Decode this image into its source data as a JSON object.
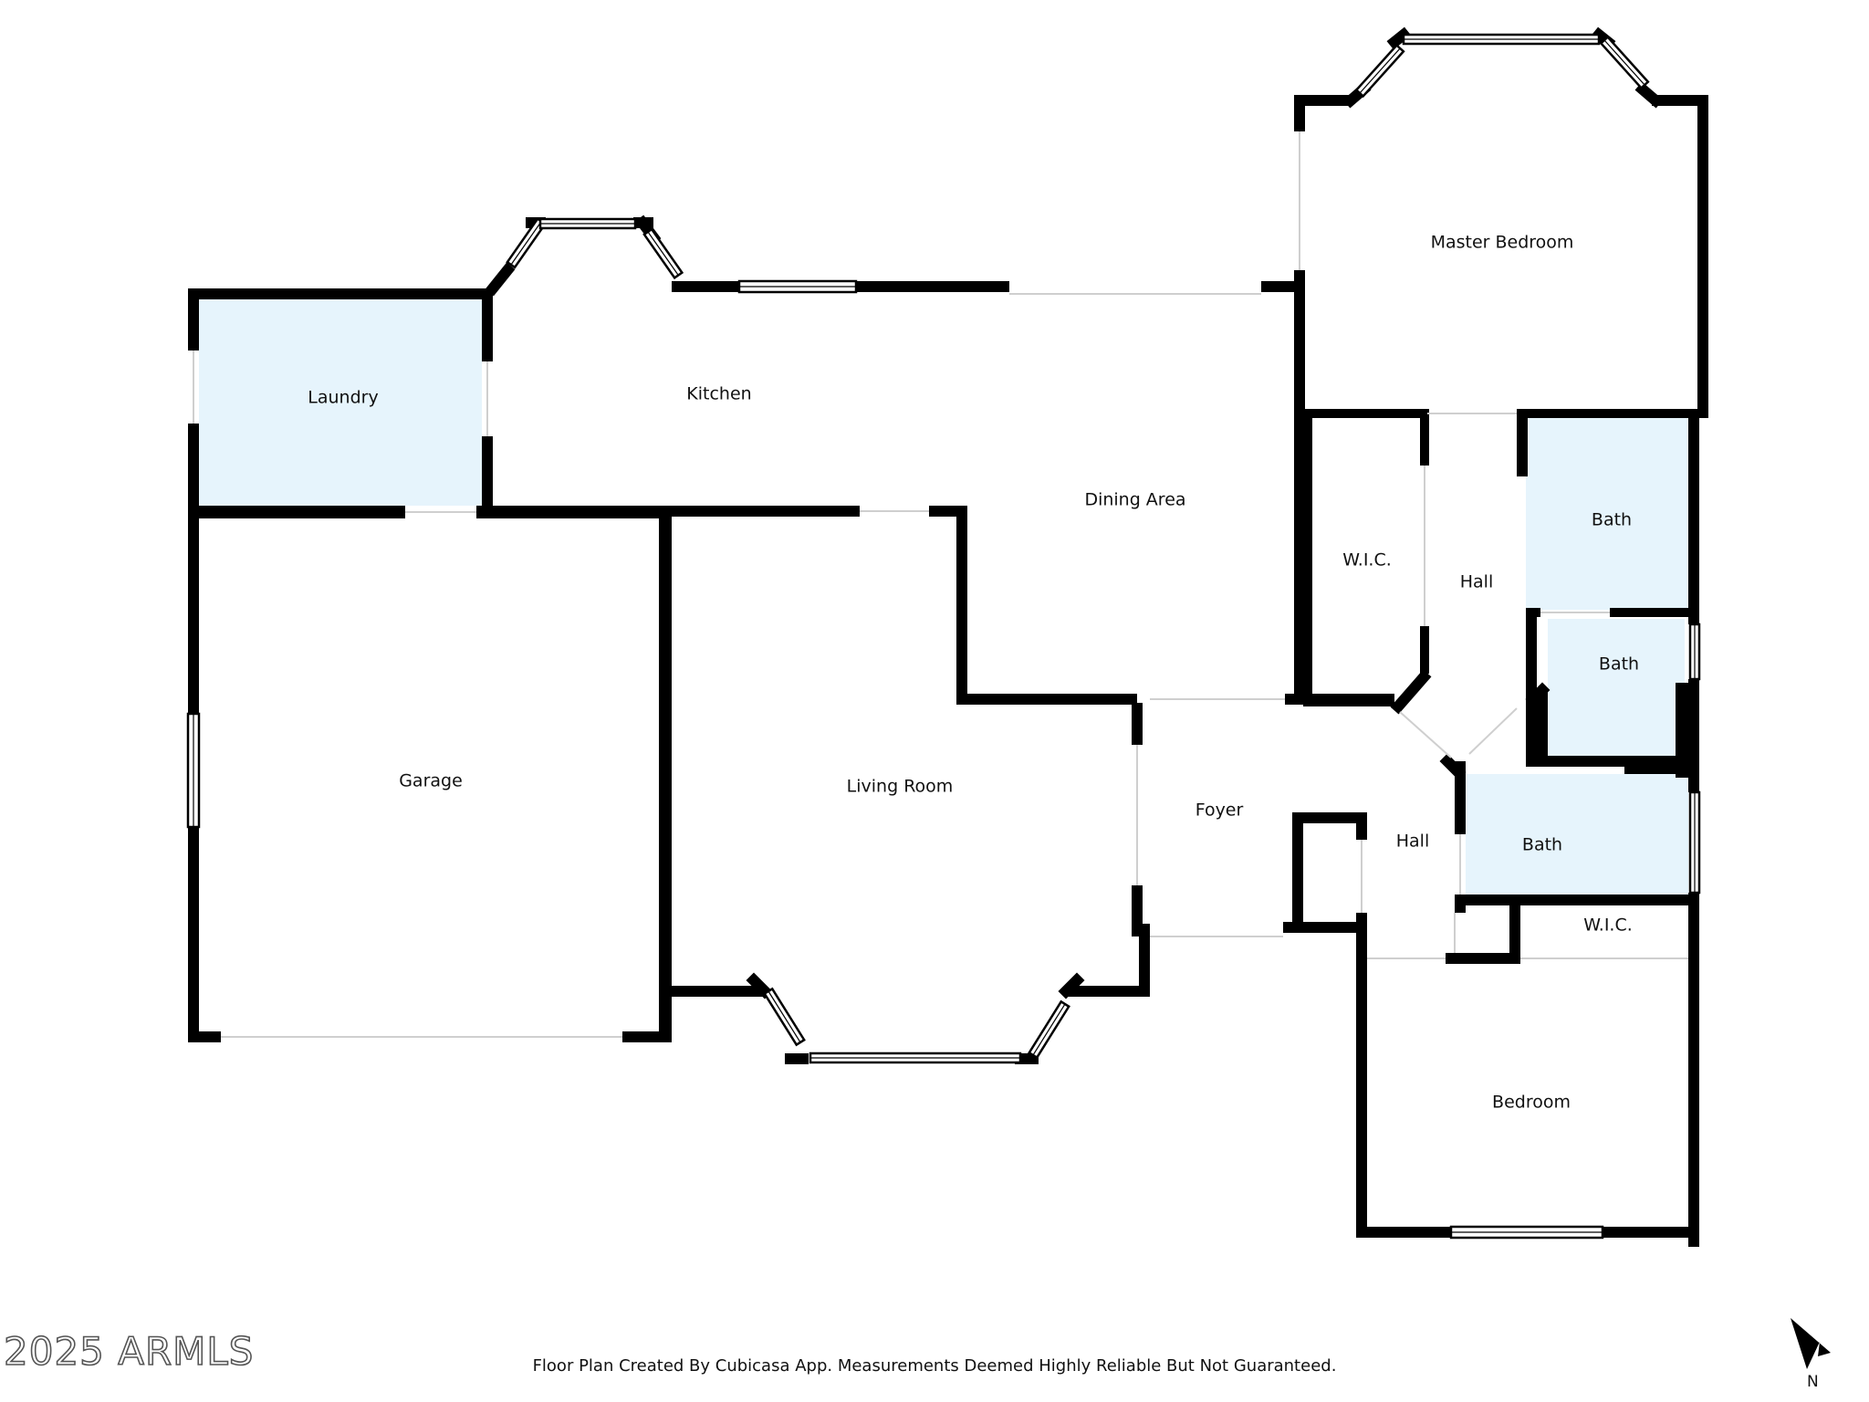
{
  "rooms": {
    "master_bedroom": "Master Bedroom",
    "laundry": "Laundry",
    "kitchen": "Kitchen",
    "dining_area": "Dining Area",
    "wic_1": "W.I.C.",
    "hall_1": "Hall",
    "bath_1": "Bath",
    "bath_2": "Bath",
    "garage": "Garage",
    "living_room": "Living Room",
    "foyer": "Foyer",
    "hall_2": "Hall",
    "bath_3": "Bath",
    "wic_2": "W.I.C.",
    "bedroom": "Bedroom"
  },
  "colors": {
    "wall": "#000000",
    "wet_room_fill": "#e6f4fc",
    "background": "#ffffff"
  },
  "footer": {
    "note": "Floor Plan Created By Cubicasa App. Measurements Deemed Highly Reliable But Not Guaranteed.",
    "watermark": "2025 ARMLS",
    "north": "N"
  },
  "icons": {
    "compass": "north-arrow-icon"
  }
}
